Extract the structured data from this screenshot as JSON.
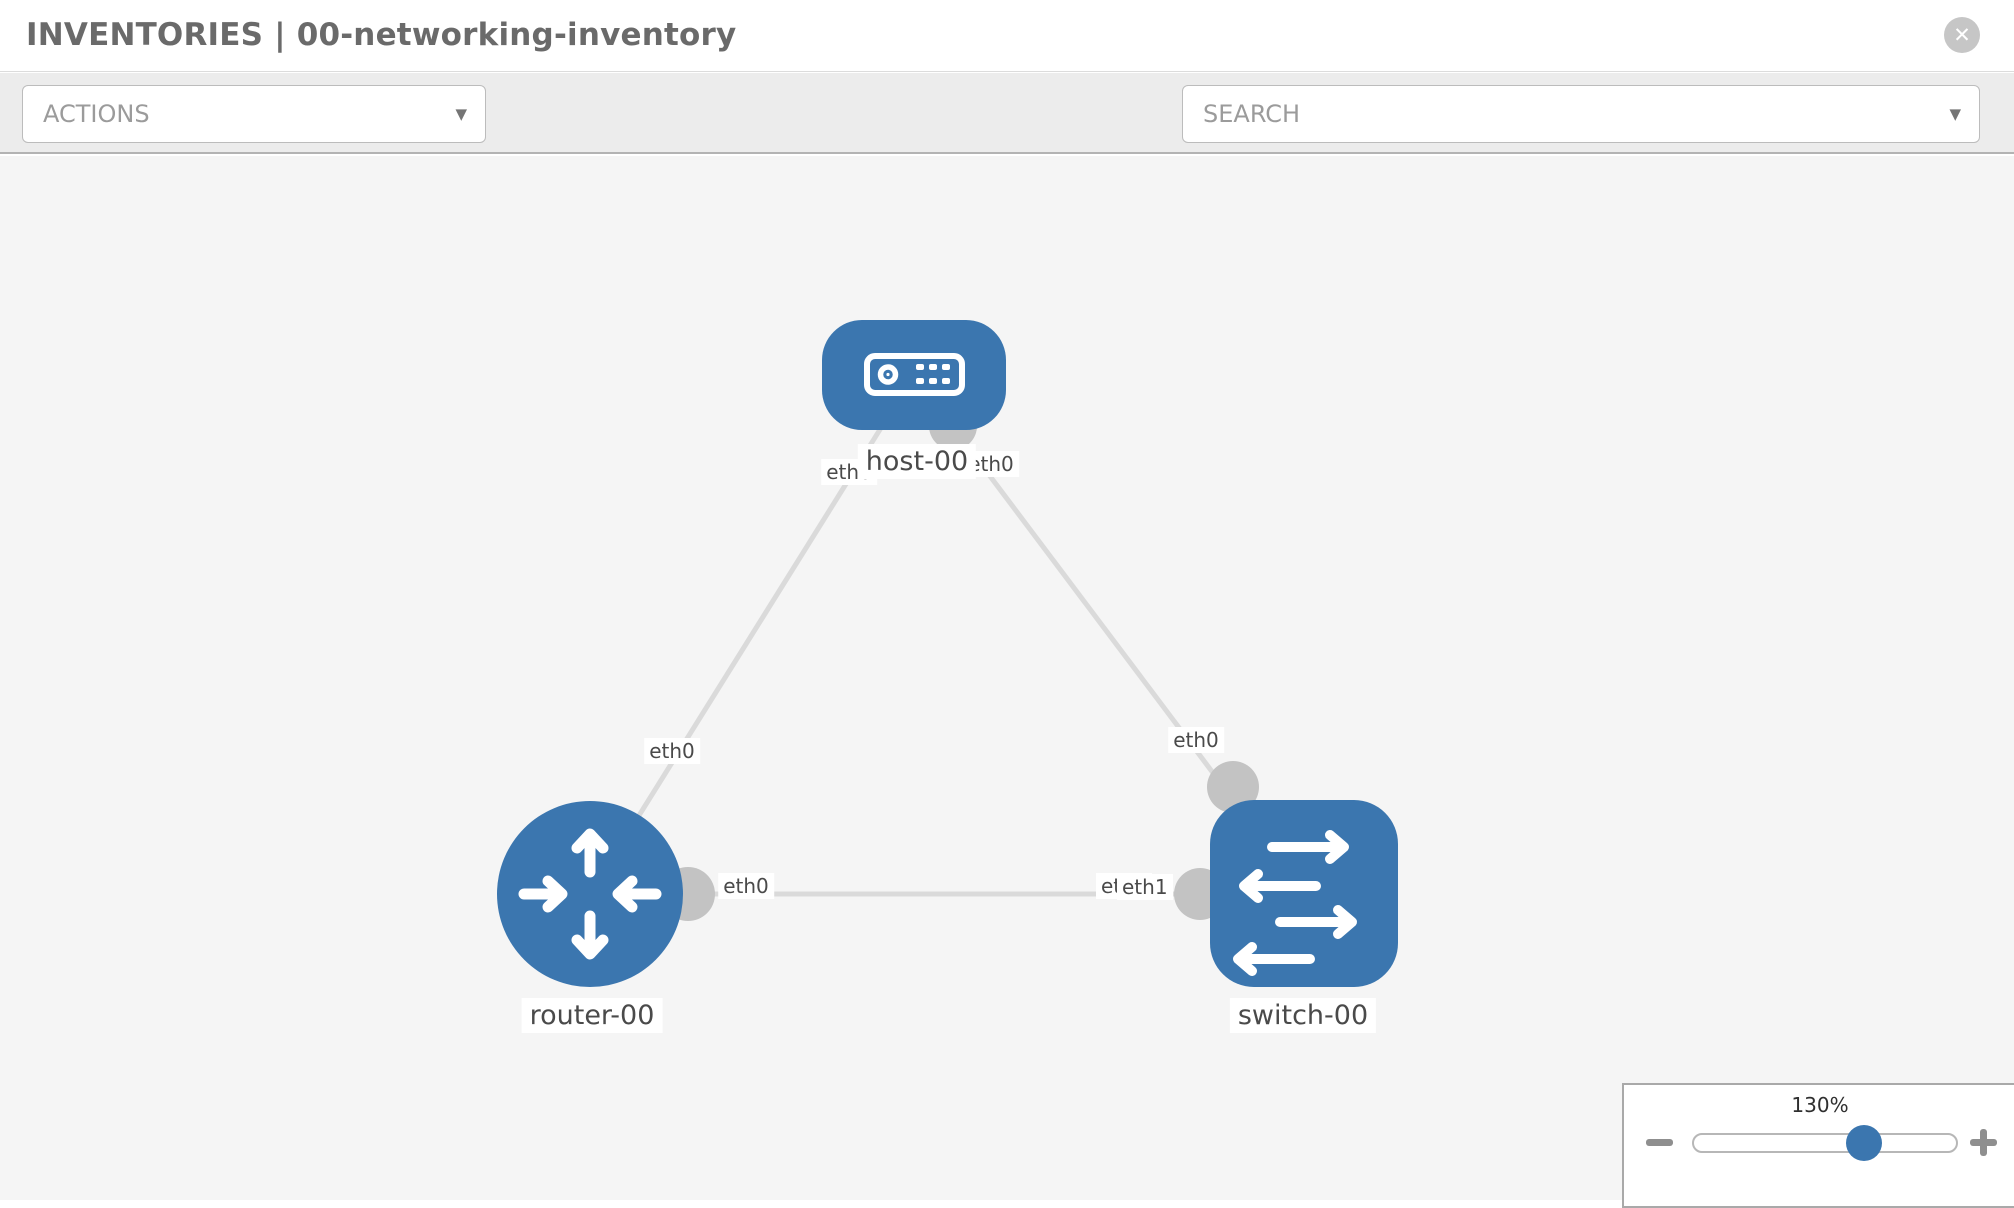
{
  "header": {
    "title": "INVENTORIES | 00-networking-inventory",
    "close_glyph": "✕"
  },
  "toolbar": {
    "actions_label": "ACTIONS",
    "search_label": "SEARCH",
    "caret_glyph": "▼"
  },
  "topology": {
    "nodes": {
      "host": {
        "label": "host-00",
        "type": "host"
      },
      "router": {
        "label": "router-00",
        "type": "router"
      },
      "switch": {
        "label": "switch-00",
        "type": "switch"
      }
    },
    "links": [
      {
        "from": "host-00",
        "to": "router-00",
        "from_if": "eth0",
        "to_if": "eth0"
      },
      {
        "from": "host-00",
        "to": "switch-00",
        "from_if": "eth0",
        "to_if": "eth0"
      },
      {
        "from": "router-00",
        "to": "switch-00",
        "from_if": "eth0",
        "to_if": "eth1"
      }
    ],
    "interfaces": {
      "host_left_port": "eth0",
      "host_right_port": "eth0",
      "router_link_mid": "eth0",
      "switch_link_mid": "eth0",
      "router_right_port": "eth0",
      "switch_back_port": "eth0",
      "switch_front_port": "eth1"
    }
  },
  "zoom_control": {
    "value": "130%"
  },
  "colors": {
    "node_blue": "#3b76af",
    "link_gray": "#dadada",
    "connector_gray": "#c3c3c3",
    "canvas_bg": "#f5f5f5",
    "toolbar_bg": "#ececec"
  }
}
